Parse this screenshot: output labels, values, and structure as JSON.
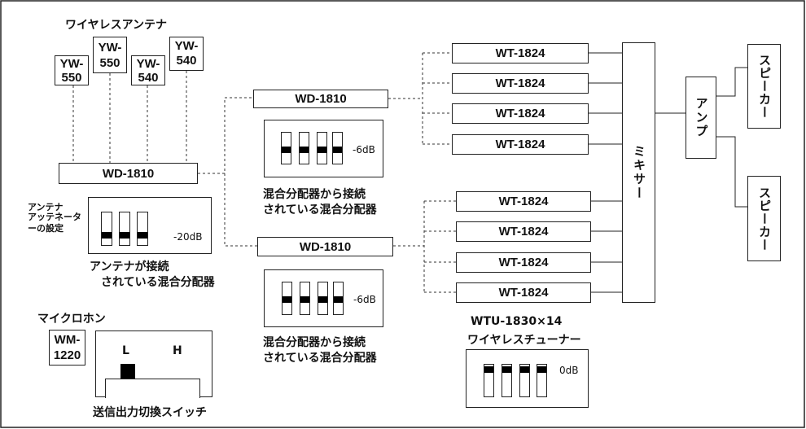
{
  "antenna_section": {
    "title": "ワイヤレスアンテナ",
    "antennas": [
      {
        "label_line1": "YW-",
        "label_line2": "550"
      },
      {
        "label_line1": "YW-",
        "label_line2": "550"
      },
      {
        "label_line1": "YW-",
        "label_line2": "540"
      },
      {
        "label_line1": "YW-",
        "label_line2": "540"
      }
    ],
    "splitter_label": "WD-1810"
  },
  "antenna_attenuator": {
    "side_label_1": "アンテナ",
    "side_label_2": "アッテネーターの設定",
    "value_label": "-20dB",
    "caption_1": "アンテナが接続",
    "caption_2": "されている混合分配器"
  },
  "microphone": {
    "title": "マイクロホン",
    "model_line1": "WM-",
    "model_line2": "1220",
    "switch_low": "L",
    "switch_high": "H",
    "caption": "送信出力切換スイッチ"
  },
  "upper_splitter": {
    "label": "WD-1810",
    "value_label": "-6dB",
    "caption_1": "混合分配器から接続",
    "caption_2": "されている混合分配器"
  },
  "lower_splitter": {
    "label": "WD-1810",
    "value_label": "-6dB",
    "caption_1": "混合分配器から接続",
    "caption_2": "されている混合分配器"
  },
  "tuners_upper": [
    "WT-1824",
    "WT-1824",
    "WT-1824",
    "WT-1824"
  ],
  "tuners_lower": [
    "WT-1824",
    "WT-1824",
    "WT-1824",
    "WT-1824"
  ],
  "tuner_group": {
    "model_label": "WTU-1830×14",
    "name_label": "ワイヤレスチューナー",
    "value_label": "0dB"
  },
  "mixer_label": "ミキサー",
  "amp_label": "アンプ",
  "speakers": [
    "スピーカー",
    "スピーカー"
  ]
}
